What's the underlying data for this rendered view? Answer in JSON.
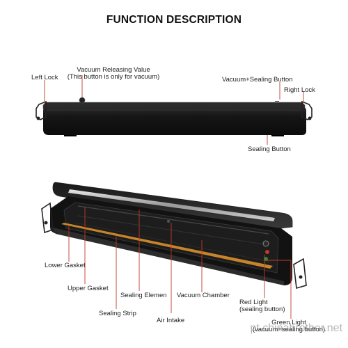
{
  "title": "FUNCTION DESCRIPTION",
  "top_view": {
    "left_lock": "Left Lock",
    "vacuum_releasing_value": "Vacuum Releasing Value",
    "vacuum_releasing_note": "(This button is only for vacuum)",
    "vacuum_sealing_button": "Vacuum+Sealing Button",
    "right_lock": "Right Lock",
    "sealing_button": "Sealing Button"
  },
  "open_view": {
    "lower_gasket": "Lower Gasket",
    "upper_gasket": "Upper Gasket",
    "sealing_element": "Sealing Elemen",
    "vacuum_chamber": "Vacuum Chamber",
    "sealing_strip": "Sealing Strip",
    "air_intake": "Air Intake",
    "red_light_line1": "Red Light",
    "red_light_line2": "(sealing button)",
    "green_light_line1": "Green Light",
    "green_light_line2": "(vacuum+sealing button)"
  },
  "watermark": "pt.chinabrother.net",
  "colors": {
    "device_body": "#141414",
    "device_edge": "#3a3a3a",
    "sealing_strip": "#c8842a",
    "red_light": "#c0392b",
    "leader_line": "#c0392b"
  }
}
